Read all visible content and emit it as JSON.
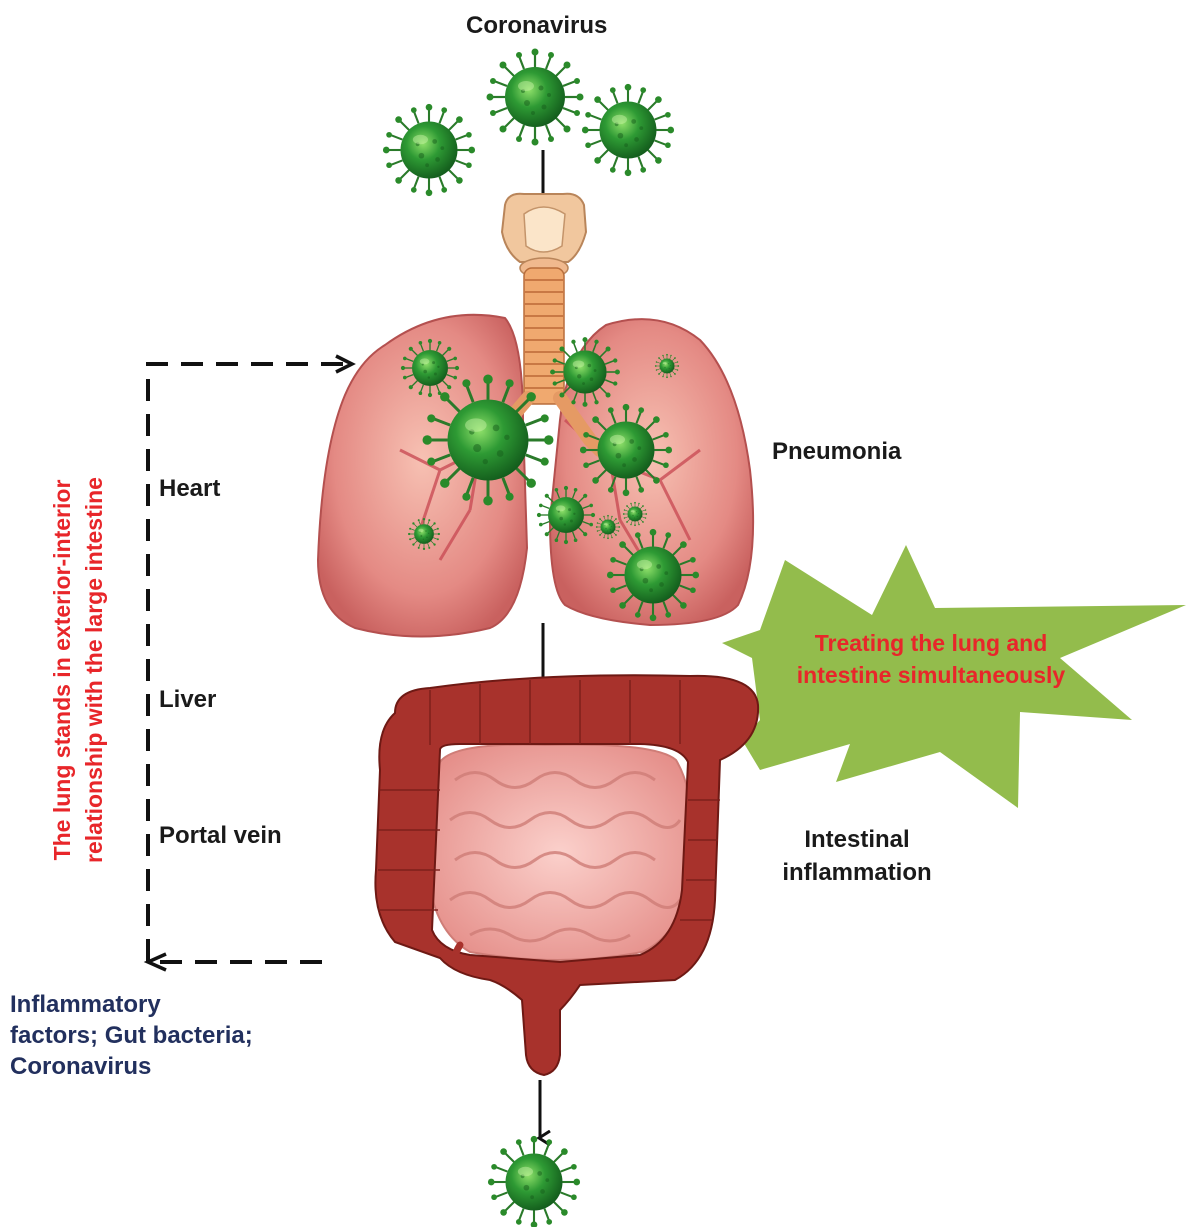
{
  "title": "Coronavirus",
  "labels": {
    "pneumonia": "Pneumonia",
    "heart": "Heart",
    "liver": "Liver",
    "portal_vein": "Portal vein",
    "intestinal_line1": "Intestinal",
    "intestinal_line2": "inflammation",
    "treatment_line1": "Treating the lung and",
    "treatment_line2": "intestine simultaneously",
    "factors_line1": "Inflammatory",
    "factors_line2": "factors; Gut bacteria;",
    "factors_line3": "Coronavirus",
    "relationship_line1": "The lung stands in exterior-interior",
    "relationship_line2": "relationship with the large intestine"
  },
  "colors": {
    "virus": "#2e8b2e",
    "lung": "#e48a84",
    "colon": "#a8322c",
    "small_intestine": "#efa7a1",
    "burst": "#93bc4c",
    "red_text": "#e8262a",
    "navy_text": "#22305e"
  }
}
